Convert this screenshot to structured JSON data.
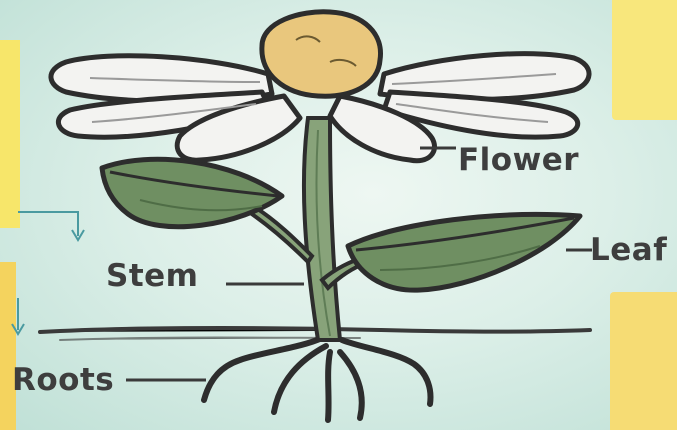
{
  "labels": {
    "flower": "Flower",
    "leaf": "Leaf",
    "stem": "Stem",
    "roots": "Roots"
  },
  "colors": {
    "background": "#d9eee6",
    "petal": "#f3f3f1",
    "center": "#e9c77d",
    "leaf": "#6f8f62",
    "stem": "#88a37a",
    "outline": "#2d2d2d",
    "card": "#f6e06a"
  }
}
